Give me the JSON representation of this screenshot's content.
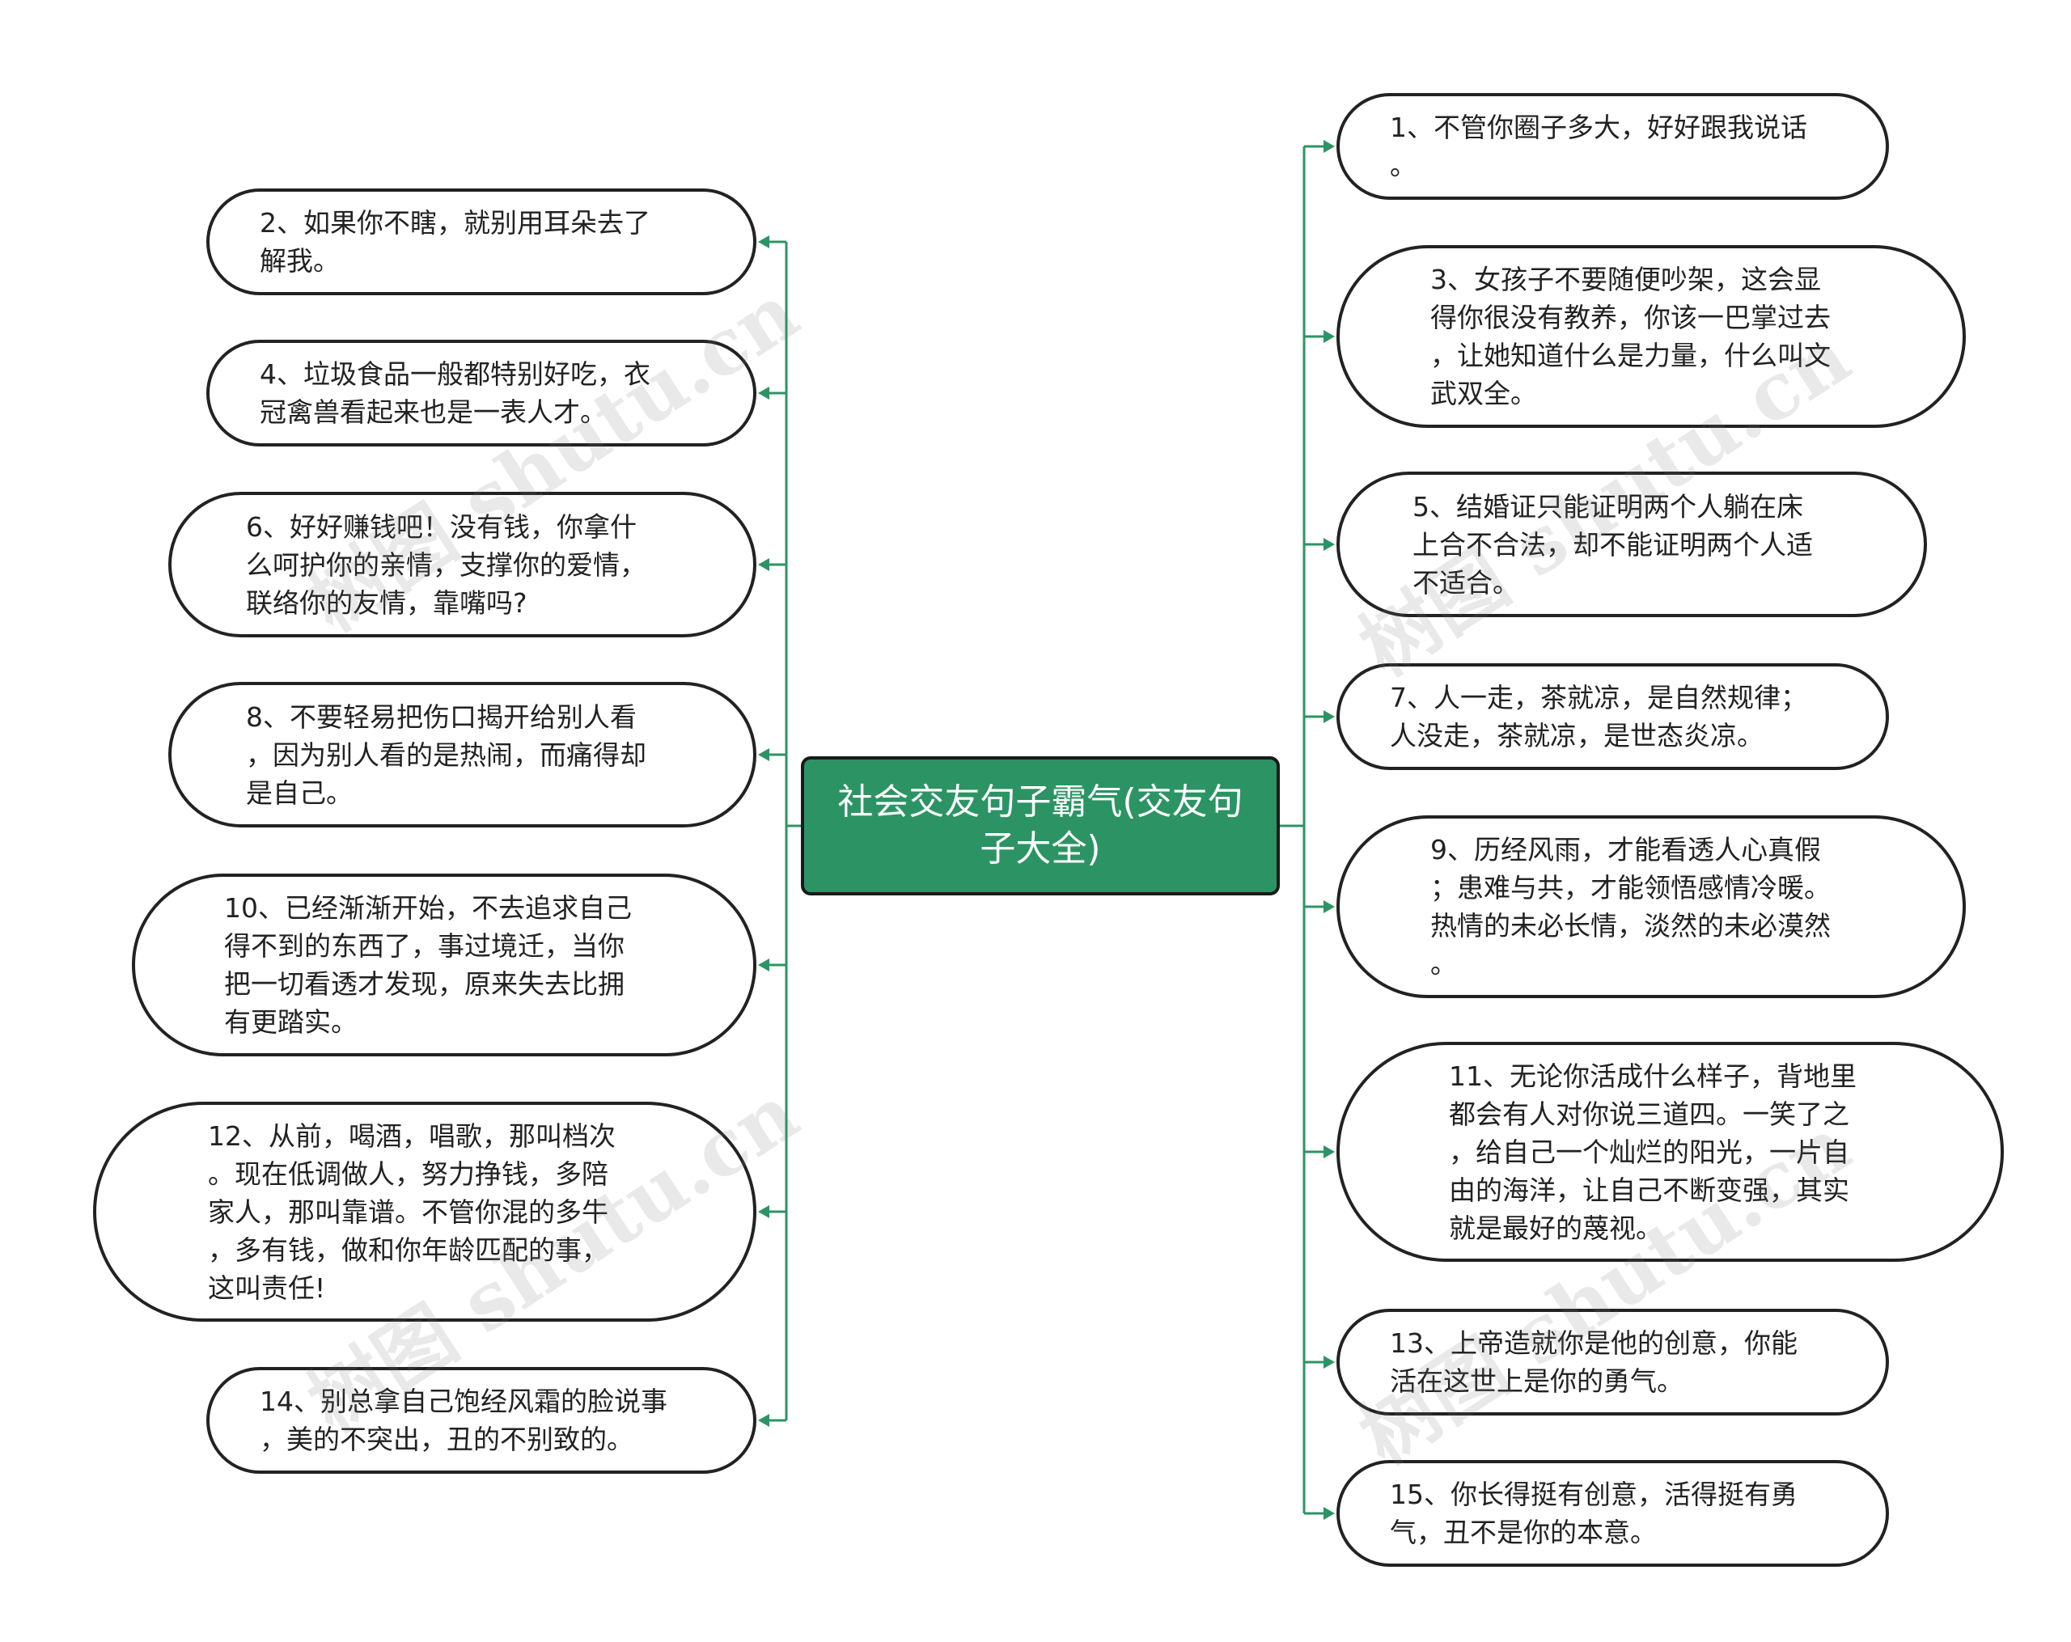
{
  "title": "社会交友句子霸气(交友句子大全)",
  "watermark": "树图 shutu.cn",
  "colors": {
    "connector": "#2c9464",
    "center_fill": "#2c9464",
    "node_border": "#222222"
  },
  "left_nodes": [
    {
      "text": "2、如果你不瞎，就别用耳朵去了\n解我。"
    },
    {
      "text": "4、垃圾食品一般都特别好吃，衣\n冠禽兽看起来也是一表人才。"
    },
    {
      "text": "6、好好赚钱吧！没有钱，你拿什\n么呵护你的亲情，支撑你的爱情，\n联络你的友情，靠嘴吗?"
    },
    {
      "text": "8、不要轻易把伤口揭开给别人看\n，因为别人看的是热闹，而痛得却\n是自己。"
    },
    {
      "text": "10、已经渐渐开始，不去追求自己\n得不到的东西了，事过境迁，当你\n把一切看透才发现，原来失去比拥\n有更踏实。"
    },
    {
      "text": "12、从前，喝酒，唱歌，那叫档次\n。现在低调做人，努力挣钱，多陪\n家人，那叫靠谱。不管你混的多牛\n，多有钱，做和你年龄匹配的事，\n这叫责任!"
    },
    {
      "text": "14、别总拿自己饱经风霜的脸说事\n，美的不突出，丑的不别致的。"
    }
  ],
  "right_nodes": [
    {
      "text": "1、不管你圈子多大，好好跟我说话\n。"
    },
    {
      "text": "3、女孩子不要随便吵架，这会显\n得你很没有教养，你该一巴掌过去\n，让她知道什么是力量，什么叫文\n武双全。"
    },
    {
      "text": "5、结婚证只能证明两个人躺在床\n上合不合法，却不能证明两个人适\n不适合。"
    },
    {
      "text": "7、人一走，茶就凉，是自然规律；\n人没走，茶就凉，是世态炎凉。"
    },
    {
      "text": "9、历经风雨，才能看透人心真假\n；患难与共，才能领悟感情冷暖。\n热情的未必长情，淡然的未必漠然\n。"
    },
    {
      "text": "11、无论你活成什么样子，背地里\n都会有人对你说三道四。一笑了之\n，给自己一个灿烂的阳光，一片自\n由的海洋，让自己不断变强，其实\n就是最好的蔑视。"
    },
    {
      "text": "13、上帝造就你是他的创意，你能\n活在这世上是你的勇气。"
    },
    {
      "text": "15、你长得挺有创意，活得挺有勇\n气，丑不是你的本意。"
    }
  ]
}
